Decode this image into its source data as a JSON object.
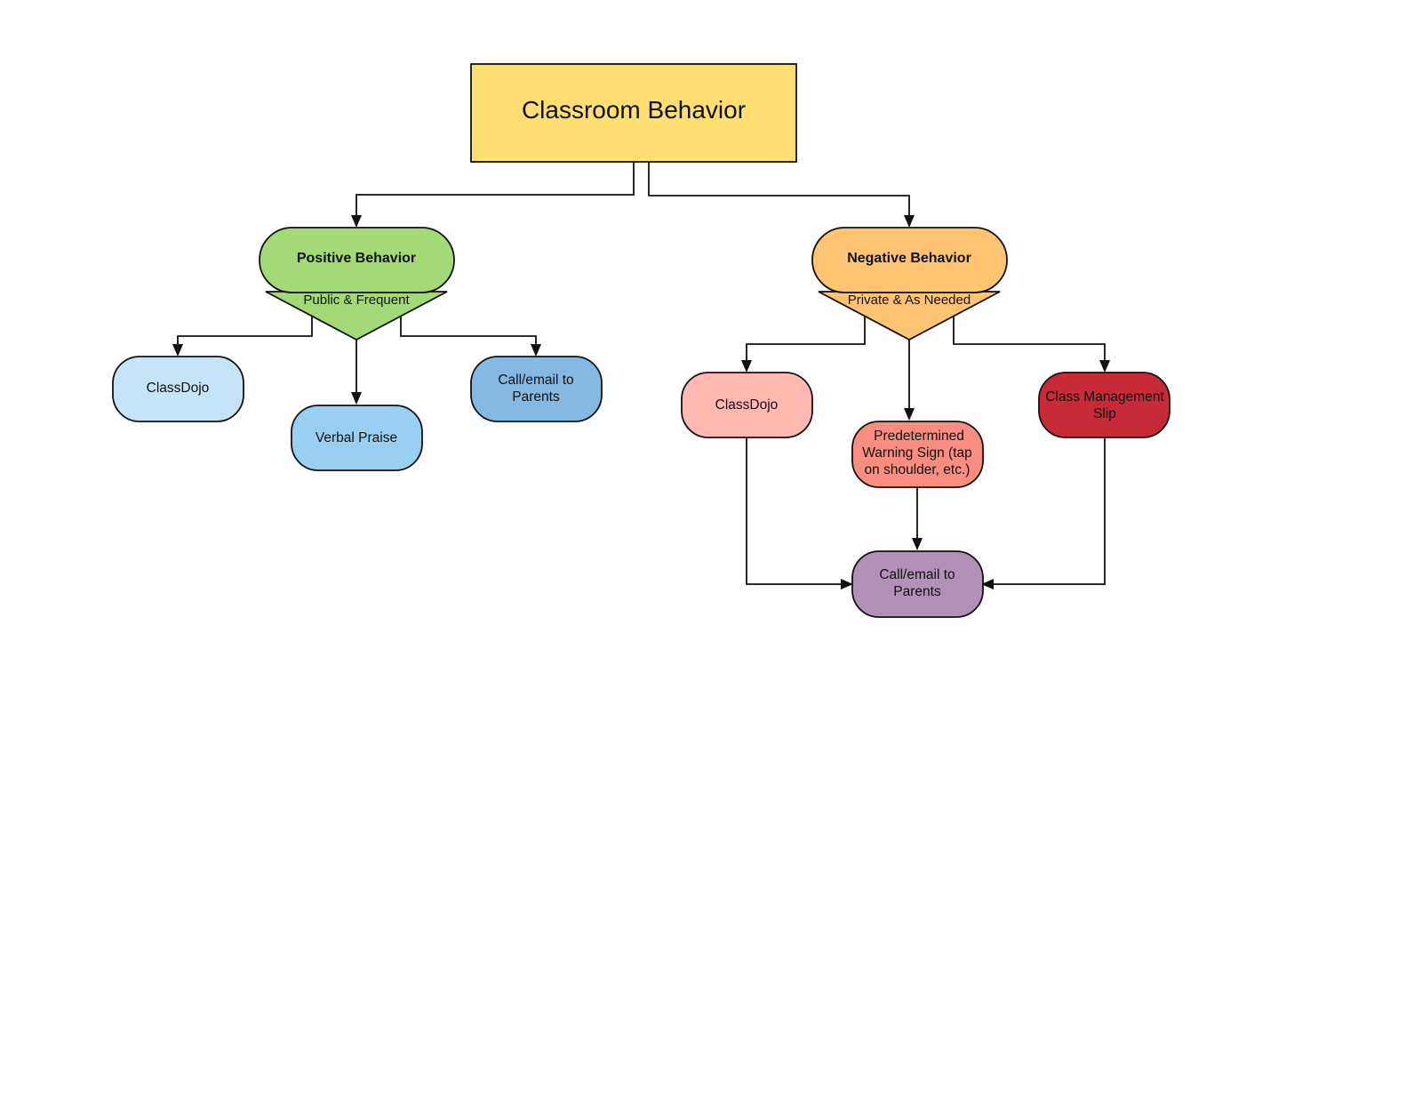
{
  "title": "Classroom Behavior",
  "colors": {
    "title_fill": "#FFDF71",
    "positive_fill": "#A3D977",
    "negative_fill": "#FFC374",
    "pos_classdojo_fill": "#C7E3F6",
    "verbal_praise_fill": "#99D0F2",
    "pos_call_fill": "#83B9E2",
    "neg_classdojo_fill": "#FFB9B1",
    "warning_sign_fill": "#F98D80",
    "class_slip_fill": "#C72B38",
    "neg_call_fill": "#B191B6"
  },
  "positive": {
    "label": "Positive Behavior",
    "subtitle": "Public & Frequent",
    "children": [
      {
        "lines": [
          "ClassDojo"
        ]
      },
      {
        "lines": [
          "Verbal Praise"
        ]
      },
      {
        "lines": [
          "Call/email to",
          "Parents"
        ]
      }
    ]
  },
  "negative": {
    "label": "Negative Behavior",
    "subtitle": "Private & As Needed",
    "children": [
      {
        "lines": [
          "ClassDojo"
        ]
      },
      {
        "lines": [
          "Predetermined",
          "Warning Sign (tap",
          "on shoulder, etc.)"
        ]
      },
      {
        "lines": [
          "Class Management",
          "Slip"
        ]
      }
    ],
    "outcome": {
      "lines": [
        "Call/email to",
        "Parents"
      ]
    }
  }
}
